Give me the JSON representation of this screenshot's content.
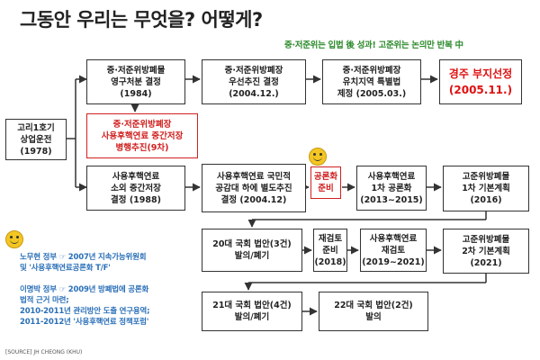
{
  "title": "그동안 우리는 무엇을? 어떻게?",
  "subtitle": "중·저준위는 입법 後 성과! 고준위는 논의만 반복 中",
  "boxes": {
    "kori": "고리1호기\n상업운전\n(1978)",
    "perm1984": "중·저준위방폐물\n영구처분 결정\n(1984)",
    "interim9": "중·저준위방폐장\n사용후핵연료 중간저장\n병행추진(9차)",
    "separate1988": "사용후핵연료\n소외 중간저장\n결정 (1988)",
    "priority2004": "중·저준위방폐장\n우선추진 결정\n(2004.12.)",
    "special2005": "중·저준위방폐장\n유치지역 특별법\n제정 (2005.03.)",
    "gyeongju": "경주 부지선정\n(2005.11.)",
    "consensus2004": "사용후핵연료 국민적\n공감대 하에 별도추진\n결정 (2004.12)",
    "publicprep": "공론화\n준비",
    "first_public": "사용후핵연료\n1차 공론화\n(2013~2015)",
    "basic1": "고준위방폐물\n1차 기본계획\n(2016)",
    "bill20": "20대 국회 법안(3건)\n발의/폐기",
    "reprep": "재검토\n준비\n(2018)",
    "reexam": "사용후핵연료\n재검토\n(2019~2021)",
    "basic2": "고준위방폐물\n2차 기본계획\n(2021)",
    "bill21": "21대 국회 법안(4건)\n발의/폐기",
    "bill22": "22대 국회 법안(2건)\n발의"
  },
  "notes": {
    "roh1": "노무현 정부 ☞ 2007년 지속가능위원회",
    "roh2": "및 '사용후핵연료공론화 T/F'",
    "lee1": "이명박 정부 ☞ 2009년 방폐법에 공론화",
    "lee2": "법적 근거 마련;",
    "lee3": "2010-2011년 관리방안 도출 연구용역;",
    "lee4": "2011-2012년 '사용후핵연료 정책포럼'"
  },
  "source": "[SOURCE] JH CHEONG (KHU)"
}
